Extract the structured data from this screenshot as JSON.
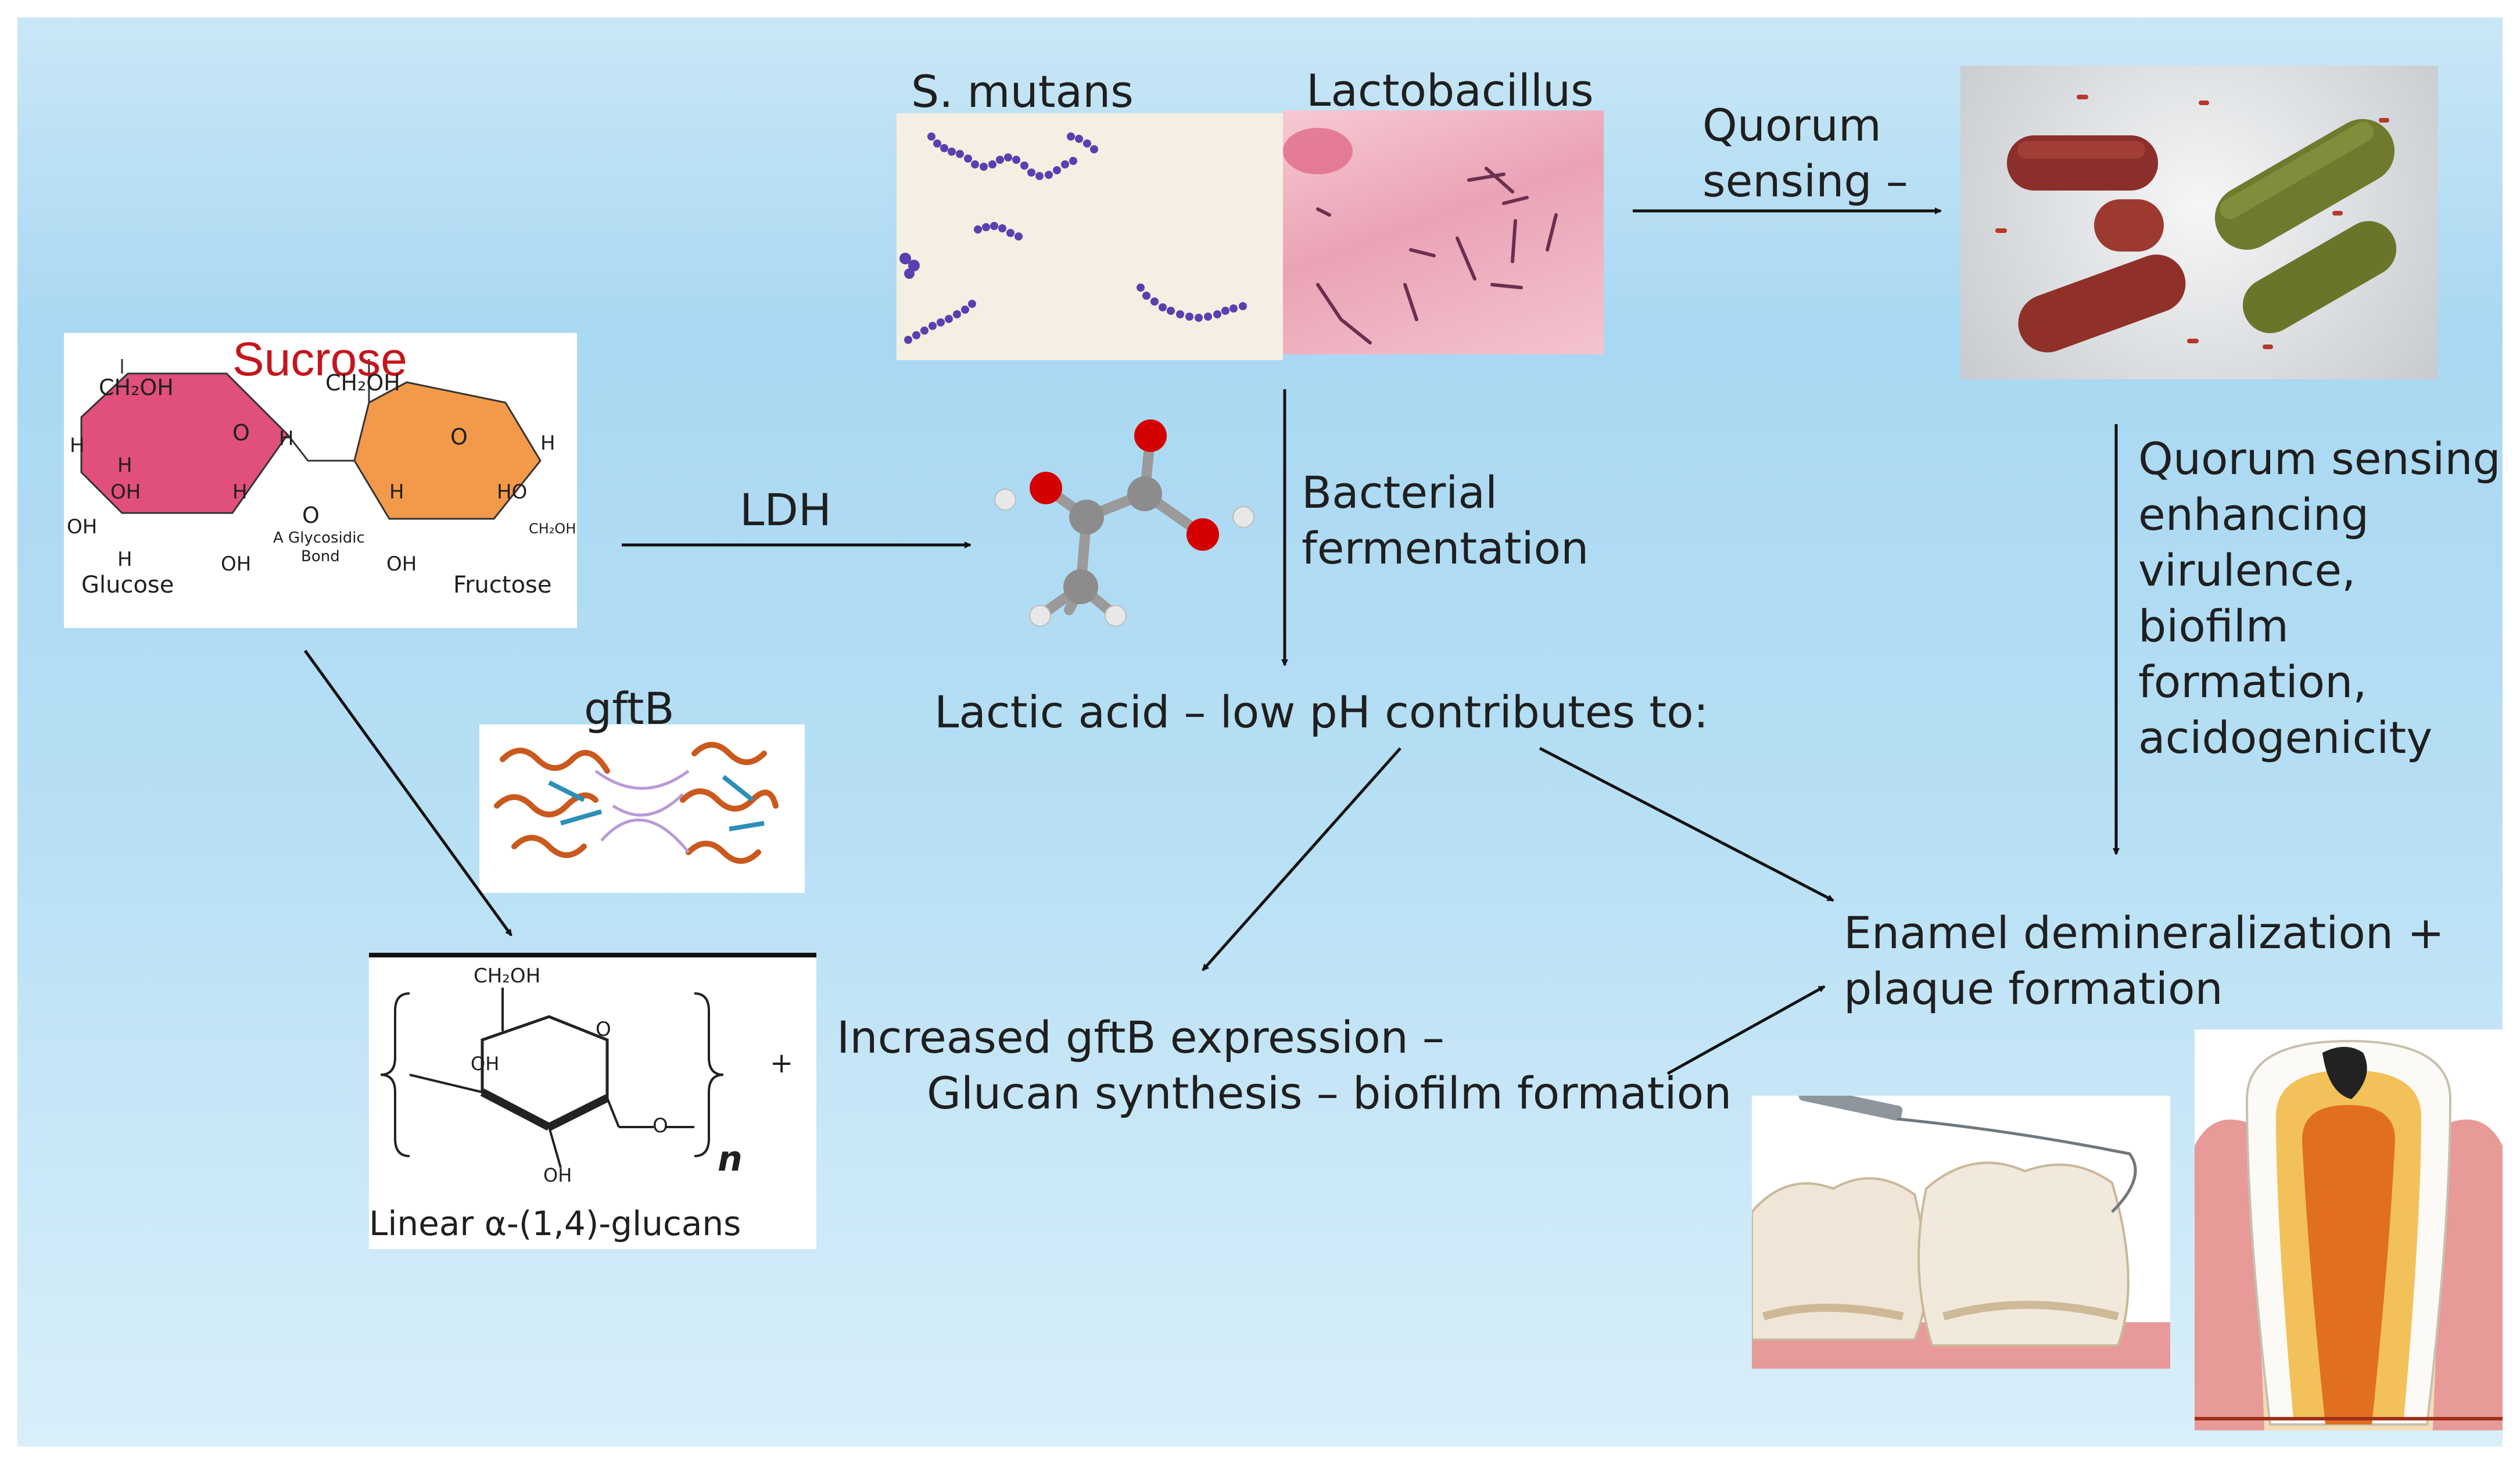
{
  "labels": {
    "s_mutans": "S. mutans",
    "lactobacillus": "Lactobacillus",
    "quorum_top_1": "Quorum",
    "quorum_top_2": "sensing –",
    "ldh": "LDH",
    "bacterial_1": "Bacterial",
    "bacterial_2": "fermentation",
    "gftb": "gftB",
    "lactic_acid": "Lactic acid – low pH contributes to:",
    "quorum_right": [
      "Quorum sensing:",
      "enhancing",
      "virulence,",
      "biofilm",
      "formation,",
      "acidogenicity"
    ],
    "increased_1": "Increased gftB expression –",
    "increased_2": "Glucan synthesis – biofilm formation",
    "enamel_1": "Enamel demineralization +",
    "enamel_2": "plaque formation"
  },
  "sucrose": {
    "title": "Sucrose",
    "ch2oh_left": "CH₂OH",
    "ch2oh_right": "CH₂OH",
    "o_left": "O",
    "o_right": "O",
    "o_bridge": "O",
    "h_a": "H",
    "h_b": "H",
    "h_c": "H",
    "h_d": "H",
    "h_e": "H",
    "h_f": "H",
    "h_g": "H",
    "oh_a": "OH",
    "oh_b": "OH",
    "oh_c": "OH",
    "oh_d": "OH",
    "ho": "HO",
    "ch2oh_small": "CH₂OH",
    "bond_1": "A Glycosidic",
    "bond_2": "Bond",
    "glucose": "Glucose",
    "fructose": "Fructose"
  },
  "glucan": {
    "ch2oh": "CH₂OH",
    "ring_o": "O",
    "oh_ring": "OH",
    "oh_bottom": "OH",
    "link_o": "O",
    "n": "n",
    "plus": "+",
    "caption": "Linear α-(1,4)-glucans"
  },
  "colors": {
    "glucose_ring": "#e0507a",
    "fructose_ring": "#f29a4a",
    "sucrose_title": "#c4161c",
    "oxygen_atom": "#d40000",
    "carbon_atom": "#8c8c8c",
    "stain_purple": "#5a3fb0",
    "stain_pink": "#f2b6c4"
  }
}
